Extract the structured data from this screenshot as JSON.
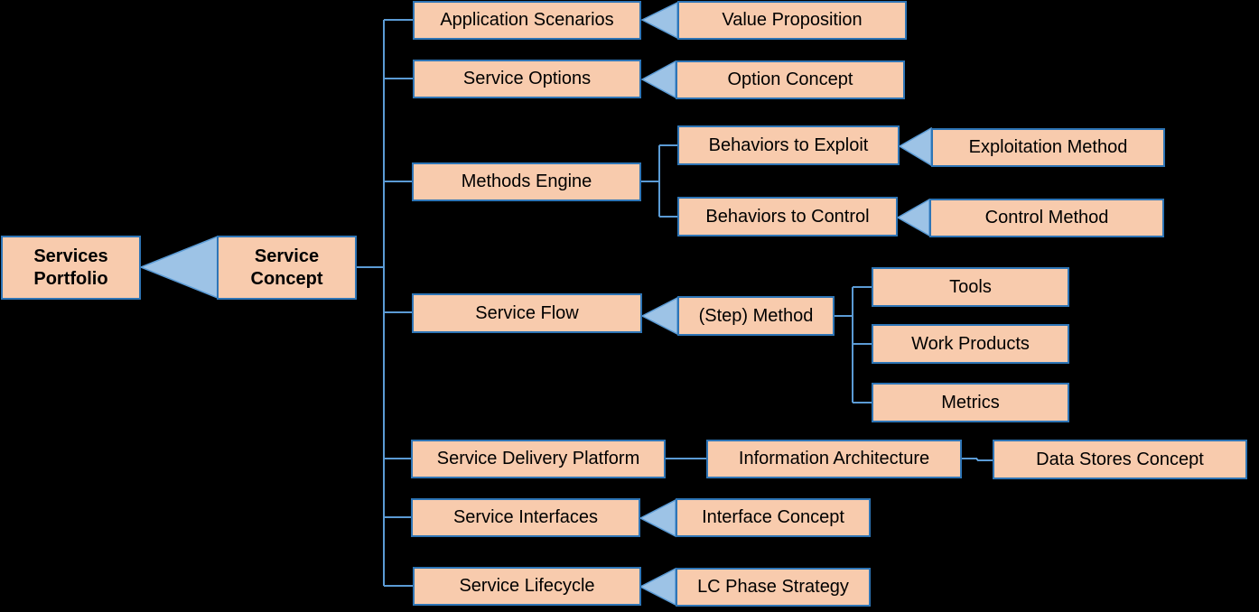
{
  "colors": {
    "background": "#000000",
    "box_fill": "#F8CBAD",
    "box_border": "#2E75B6",
    "connector": "#5B9BD5",
    "arrow_fill": "#9DC3E6"
  },
  "nodes": {
    "services_portfolio": "Services\nPortfolio",
    "service_concept": "Service\nConcept",
    "application_scenarios": "Application Scenarios",
    "value_proposition": "Value Proposition",
    "service_options": "Service Options",
    "option_concept": "Option Concept",
    "methods_engine": "Methods Engine",
    "behaviors_to_exploit": "Behaviors to Exploit",
    "exploitation_method": "Exploitation Method",
    "behaviors_to_control": "Behaviors to Control",
    "control_method": "Control Method",
    "service_flow": "Service Flow",
    "step_method": "(Step) Method",
    "tools": "Tools",
    "work_products": "Work Products",
    "metrics": "Metrics",
    "service_delivery_platform": "Service Delivery Platform",
    "information_architecture": "Information Architecture",
    "data_stores_concept": "Data Stores Concept",
    "service_interfaces": "Service Interfaces",
    "interface_concept": "Interface Concept",
    "service_lifecycle": "Service Lifecycle",
    "lc_phase_strategy": "LC Phase Strategy"
  }
}
